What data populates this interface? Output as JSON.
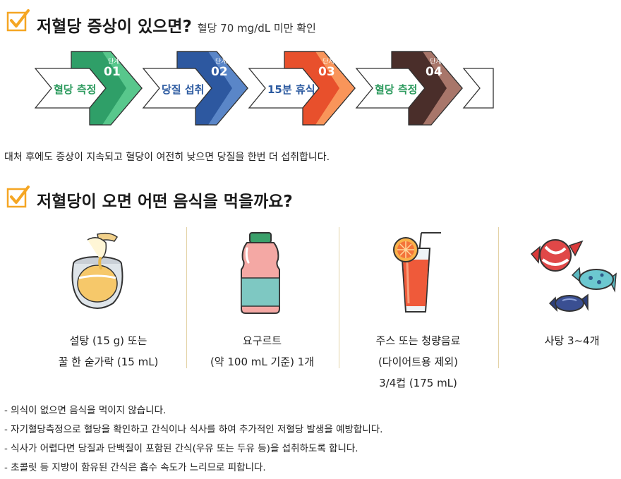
{
  "section1": {
    "title": "저혈당 증상이 있으면?",
    "subtitle": "혈당 70 mg/dL 미만 확인",
    "steps": [
      {
        "badge_word": "단계",
        "badge_num": "01",
        "label": "혈당 측정",
        "color": "#3fb37a",
        "label_color": "#2e9b5f"
      },
      {
        "badge_word": "단계",
        "badge_num": "02",
        "label": "당질 섭취",
        "color": "#3f6db3",
        "label_color": "#2c5aa0"
      },
      {
        "badge_word": "단계",
        "badge_num": "03",
        "label": "15분 휴식",
        "color": "#f26a3a",
        "label_color": "#2c5aa0"
      },
      {
        "badge_word": "단계",
        "badge_num": "04",
        "label": "혈당 측정",
        "color": "#6b4038",
        "label_color": "#2e9b5f"
      }
    ],
    "note": "대처 후에도 증상이 지속되고 혈당이 여전히 낮으면 당질을 한번 더 섭취합니다."
  },
  "section2": {
    "title": "저혈당이 오면 어떤 음식을 먹을까요?",
    "foods": [
      {
        "icon": "honey-pot-icon",
        "lines": [
          "설탕 (15 g) 또는",
          "꿀 한 숟가락 (15 mL)"
        ]
      },
      {
        "icon": "yogurt-drink-icon",
        "lines": [
          "요구르트",
          "(약 100 mL 기준) 1개"
        ]
      },
      {
        "icon": "juice-glass-icon",
        "lines": [
          "주스 또는 청량음료",
          "(다이어트용 제외)",
          "3/4컵 (175 mL)"
        ]
      },
      {
        "icon": "candy-icon",
        "lines": [
          "사탕 3~4개"
        ]
      }
    ]
  },
  "notes": [
    "- 의식이 없으면 음식을 먹이지 않습니다.",
    "- 자기혈당측정으로 혈당을 확인하고 간식이나 식사를 하여 추가적인 저혈당 발생을 예방합니다.",
    "- 식사가 어렵다면 당질과 단백질이 포함된 간식(우유 또는 두유 등)을 섭취하도록 합니다.",
    "- 초콜릿 등 지방이 함유된 간식은 흡수 속도가 느리므로 피합니다."
  ],
  "colors": {
    "check_box": "#f5a623",
    "divider": "#e3d2a6"
  }
}
